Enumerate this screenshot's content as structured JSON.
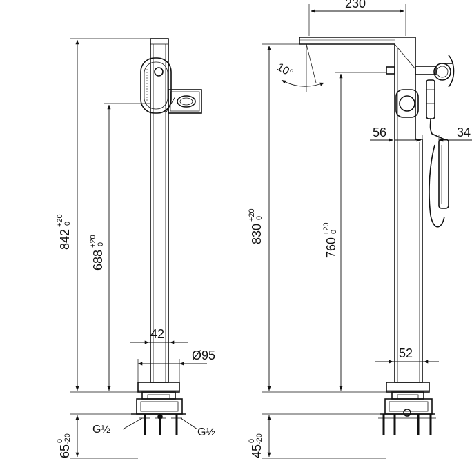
{
  "drawing": {
    "line_color": "#111111",
    "left_view": {
      "dim_total_height": {
        "value": "842",
        "tol_upper": "+20",
        "tol_lower": "0"
      },
      "dim_lower_height": {
        "value": "688",
        "tol_upper": "+20",
        "tol_lower": "0"
      },
      "dim_body_width": "42",
      "dim_base_diameter": "Ø95",
      "dim_floor_depth": {
        "value": "65",
        "tol_upper": "0",
        "tol_lower": "-20"
      },
      "thread_left": "G½",
      "thread_right": "G½"
    },
    "right_view": {
      "dim_spout_length": "230",
      "dim_spout_angle": "10°",
      "dim_total_height": {
        "value": "830",
        "tol_upper": "+20",
        "tol_lower": "0"
      },
      "dim_spout_height": {
        "value": "760",
        "tol_upper": "+20",
        "tol_lower": "0"
      },
      "dim_offset_56": "56",
      "dim_offset_34": "34",
      "dim_column_width": "52",
      "dim_floor_depth": {
        "value": "45",
        "tol_upper": "0",
        "tol_lower": "-20"
      }
    }
  }
}
